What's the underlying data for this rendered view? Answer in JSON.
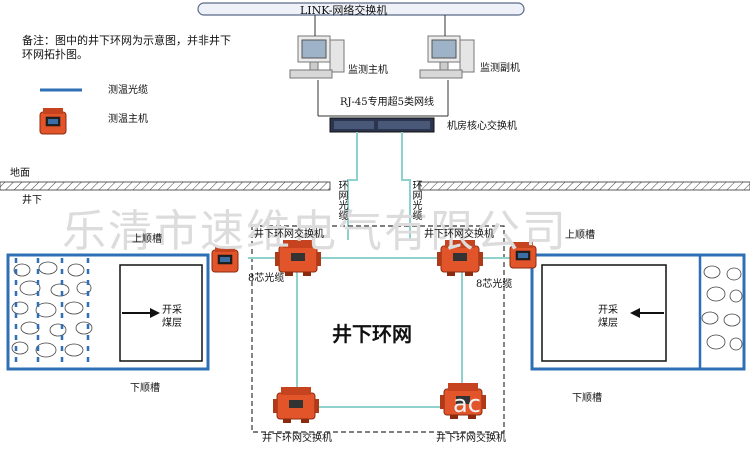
{
  "note": "备注：图中的井下环网为示意图，并非井下环网拓扑图。",
  "legend": {
    "fiber": "测温光缆",
    "host": "测温主机"
  },
  "labels": {
    "link_switch": "LINK-网络交换机",
    "monitor_host": "监测主机",
    "monitor_backup": "监测副机",
    "rj45": "RJ-45专用超5类网线",
    "core_switch": "机房核心交换机",
    "ground": "地面",
    "underground": "井下",
    "ring_fiber_left": "环网光缆",
    "ring_fiber_right": "环网光缆",
    "ring_switch_tl": "井下环网交换机",
    "ring_switch_tr": "井下环网交换机",
    "ring_switch_bl": "井下环网交换机",
    "ring_switch_br": "井下环网交换机",
    "upper_trough_left": "上顺槽",
    "upper_trough_right": "上顺槽",
    "lower_trough_left": "下顺槽",
    "lower_trough_right": "下顺槽",
    "fiber_8core_left": "8芯光缆",
    "fiber_8core_right": "8芯光缆",
    "coal_seam_left": "开采煤层",
    "coal_seam_right": "开采煤层",
    "ring_network": "井下环网"
  },
  "watermark": "乐清市速维电气有限公司",
  "stamp": "ac",
  "colors": {
    "fiber_blue": "#2f6fb5",
    "ring_fiber_cyan": "#8fd1cc",
    "device_orange": "#e2552a"
  }
}
